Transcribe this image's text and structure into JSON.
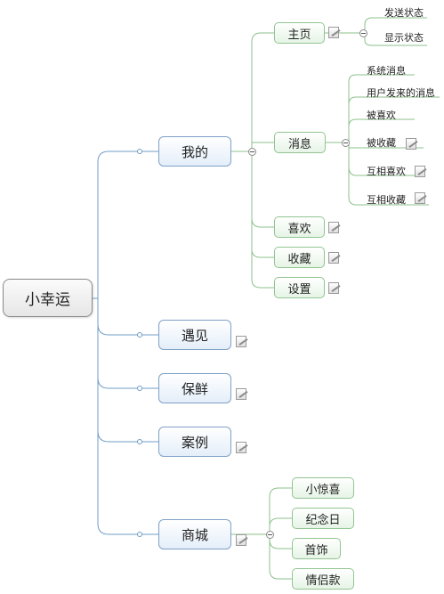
{
  "root": {
    "label": "小幸运"
  },
  "branches": {
    "wode": {
      "label": "我的",
      "zhuye": {
        "label": "主页",
        "children": [
          "发送状态",
          "显示状态"
        ]
      },
      "xiaoxi": {
        "label": "消息",
        "children": [
          "系统消息",
          "用户发来的消息",
          "被喜欢",
          "被收藏",
          "互相喜欢",
          "互相收藏"
        ]
      },
      "xihuan": {
        "label": "喜欢"
      },
      "shoucang": {
        "label": "收藏"
      },
      "shezhi": {
        "label": "设置"
      }
    },
    "yujian": {
      "label": "遇见"
    },
    "baoxian": {
      "label": "保鲜"
    },
    "anli": {
      "label": "案例"
    },
    "shangcheng": {
      "label": "商城",
      "children": [
        "小惊喜",
        "纪念日",
        "首饰",
        "情侣款"
      ]
    }
  },
  "icons": {
    "note": "note-icon",
    "collapse": "collapse-toggle-icon"
  },
  "colors": {
    "main_border": "#7fa1c7",
    "sub_border": "#92c592",
    "edge": "#6f9cc7",
    "sub_edge": "#8cc28c"
  }
}
